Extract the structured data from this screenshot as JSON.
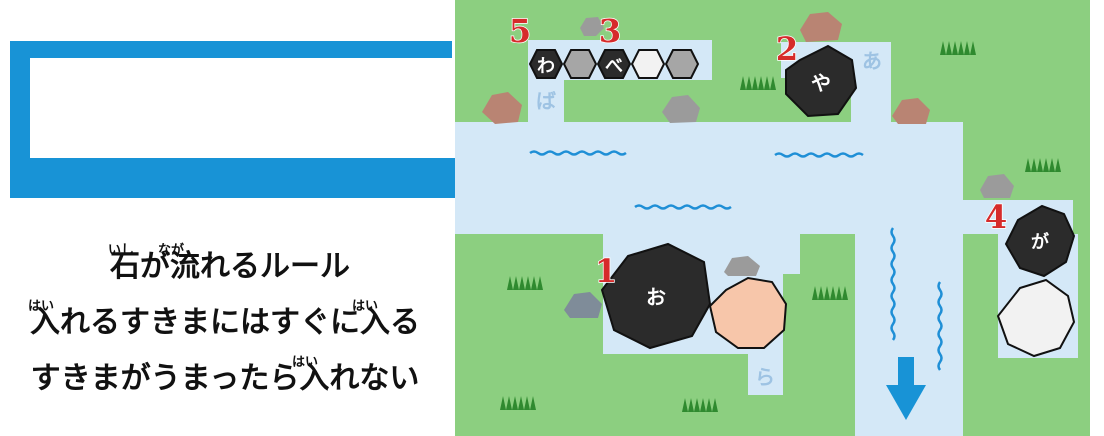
{
  "colors": {
    "grass": "#8ccf80",
    "water": "#d4e8f7",
    "arrow": "#1893d6",
    "wave": "#1f8fd6",
    "stone_dark": "#2b2b2b",
    "stone_gray": "#a6a6a6",
    "stone_white": "#f2f2f2",
    "stone_peach": "#f7c6aa",
    "number_red": "#d62b2b",
    "slot_label": "#9ec3e3"
  },
  "rules": {
    "title": "石が流れるルール",
    "title_ruby": [
      {
        "text": "いし"
      },
      {
        "text": "なが"
      }
    ],
    "line1": "入れるすきまにはすぐに入る",
    "line1_ruby": [
      {
        "text": "はい"
      },
      {
        "text": "はい"
      }
    ],
    "line2": "すきまがうまったら入れない",
    "line2_ruby": [
      {
        "text": "はい"
      }
    ]
  },
  "board": {
    "numbers": [
      "5",
      "3",
      "2",
      "1",
      "4"
    ],
    "stones": {
      "wa": "わ",
      "be": "べ",
      "ya": "や",
      "o": "お",
      "ga": "が"
    },
    "slot_labels": {
      "ba": "ば",
      "a": "あ",
      "ra": "ら"
    }
  }
}
